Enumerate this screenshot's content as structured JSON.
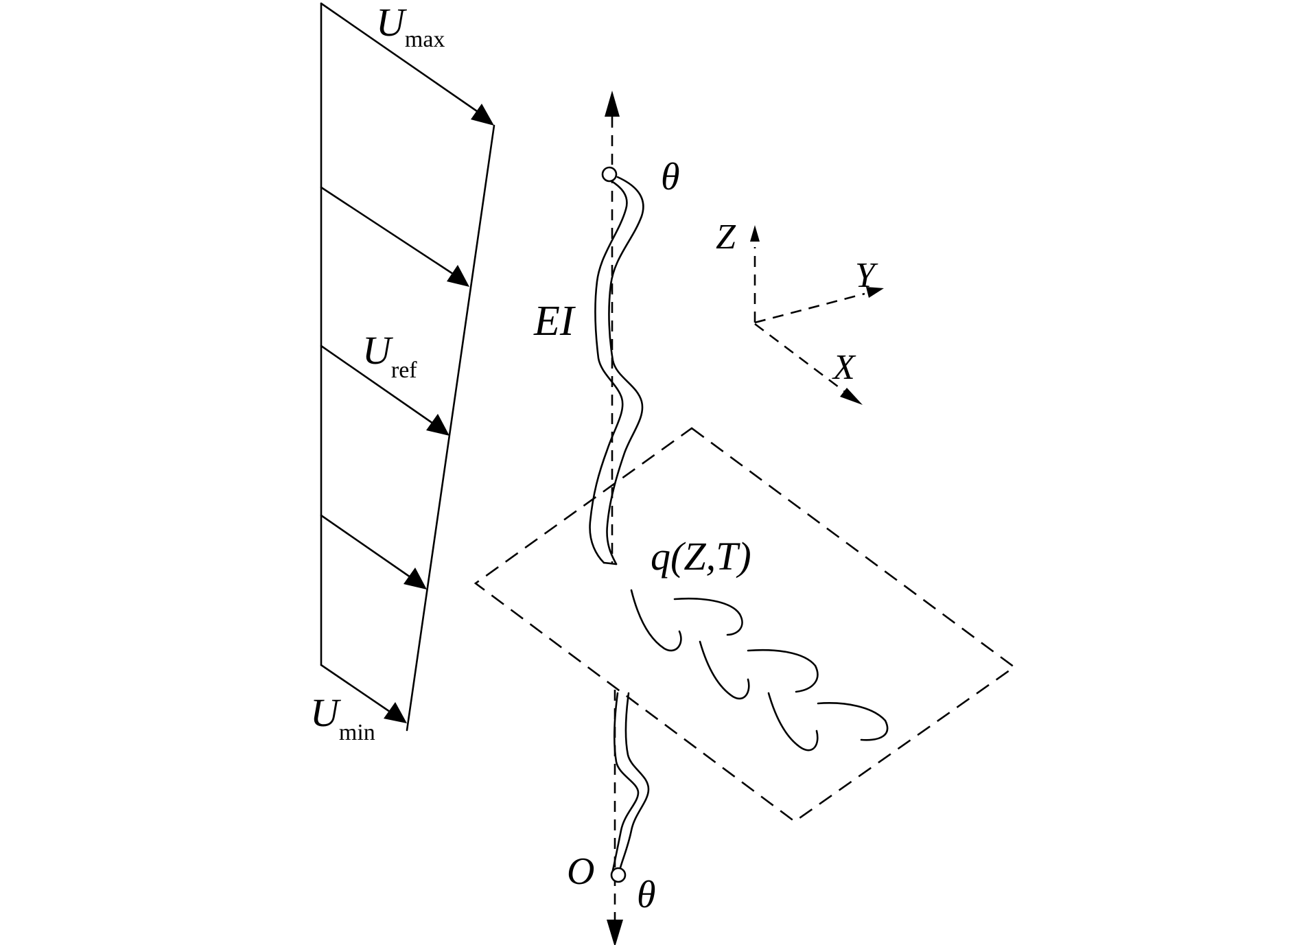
{
  "labels": {
    "u_max": {
      "main": "U",
      "sub": "max"
    },
    "u_ref": {
      "main": "U",
      "sub": "ref"
    },
    "u_min": {
      "main": "U",
      "sub": "min"
    },
    "theta_top": "θ",
    "theta_bottom": "θ",
    "bending_stiffness": "EI",
    "axis_z": "Z",
    "axis_y": "Y",
    "axis_x": "X",
    "load": "q(Z,T)",
    "origin": "O"
  }
}
